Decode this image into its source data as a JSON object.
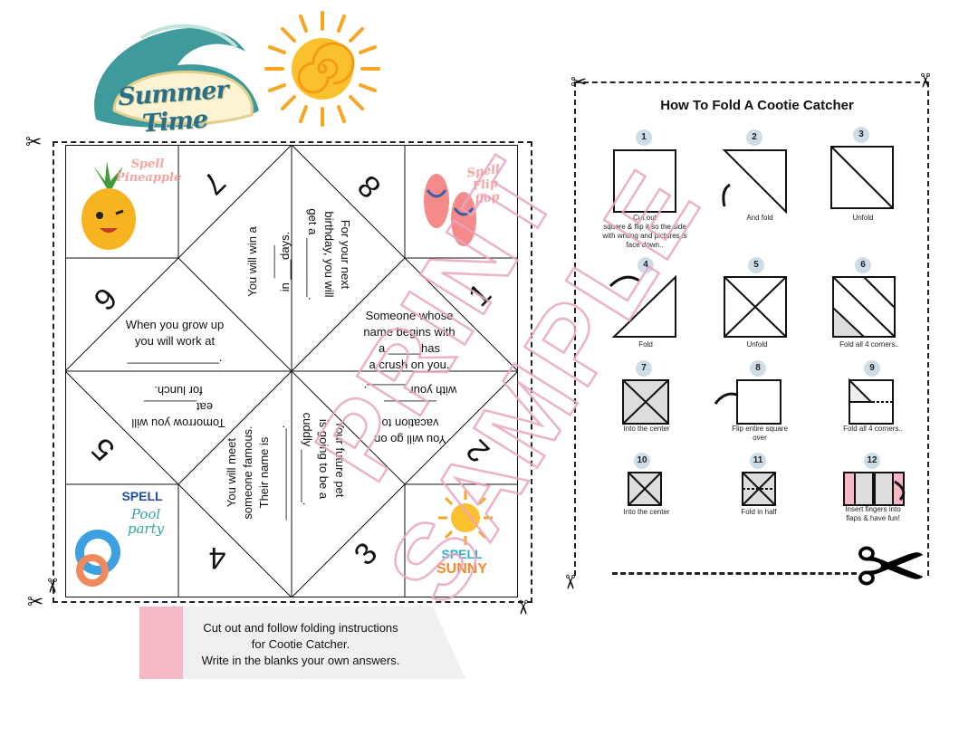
{
  "logo": {
    "text": "Summer Time"
  },
  "cootie": {
    "numbers": [
      "7",
      "8",
      "1",
      "2",
      "3",
      "4",
      "5",
      "6"
    ],
    "fortunes": {
      "win": "You will win a\n_____\nin ___days.",
      "birthday": "For your next\nbirthday, you will\nget a _________.",
      "crush": "Someone whose\nname begins with\na _____has\na crush on you.",
      "vacation": "You will go on\nvacation to\n________\nwith your ______.",
      "pet": "Your future pet\nis going to be a\ncuddly ________.",
      "famous": "You will meet\nsomeone famous.\nTheir name is\n______________.",
      "lunch": "Tomorrow you will\neat________\nfor lunch.",
      "work": "When you grow up\nyou will work at\n______________."
    },
    "corners": {
      "pineapple": "Spell\nPineapple",
      "flipflop": "Spell\nFlip\nflop",
      "pool_a": "SPELL",
      "pool_b": "Pool\nparty",
      "sunny_a": "SPELL",
      "sunny_b": "SUNNY"
    }
  },
  "note": {
    "line1": "Cut out and follow folding instructions",
    "line2": "for Cootie Catcher.",
    "line3": "Write in the blanks your own answers."
  },
  "instructions": {
    "title": "How To Fold A Cootie Catcher",
    "steps": [
      {
        "n": "1",
        "caption": "Cut out\nsquare & flip it so the side\nwith writing and pictures is\nface down.."
      },
      {
        "n": "2",
        "caption": "And fold"
      },
      {
        "n": "3",
        "caption": "Unfold"
      },
      {
        "n": "4",
        "caption": "Fold"
      },
      {
        "n": "5",
        "caption": "Unfold"
      },
      {
        "n": "6",
        "caption": "Fold all 4 corners.."
      },
      {
        "n": "7",
        "caption": "Into the center"
      },
      {
        "n": "8",
        "caption": "Flip entire square\nover"
      },
      {
        "n": "9",
        "caption": "Fold all 4 corners.."
      },
      {
        "n": "10",
        "caption": "Into the center"
      },
      {
        "n": "11",
        "caption": "Fold in half"
      },
      {
        "n": "12",
        "caption": "Insert fingers into\nflaps & have fun!"
      }
    ]
  },
  "watermark": {
    "line1": "PRINT",
    "line2": "SAMPLE"
  },
  "colors": {
    "pink": "#f7b8c6",
    "watermark": "#e9a5c4",
    "badge": "#cfdde6"
  }
}
